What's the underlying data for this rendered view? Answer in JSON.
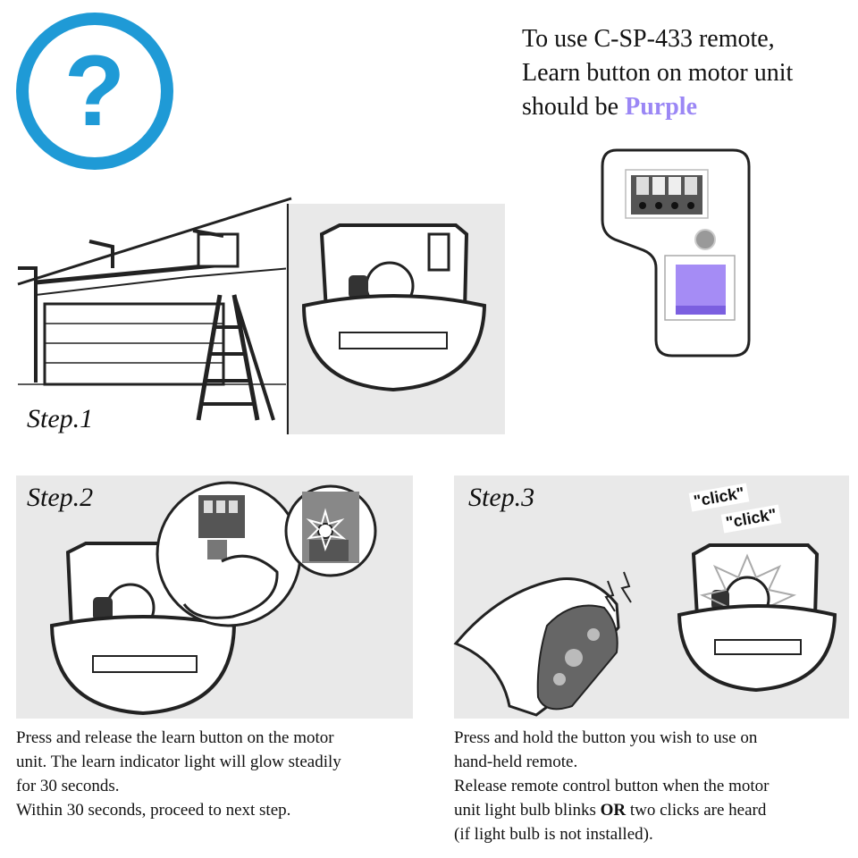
{
  "header": {
    "icon": "question-mark-icon",
    "question_mark": "?",
    "title": "How to",
    "subtitle_line1": "Program new remote",
    "subtitle_line2": "to garage opener",
    "accent_color": "#1f9ad6"
  },
  "note": {
    "line1": "To use C-SP-433 remote,",
    "line2": "Learn button on motor unit",
    "line3_prefix": "should be ",
    "line3_highlight": "Purple",
    "highlight_color": "#9b87f5"
  },
  "steps": [
    {
      "label": "Step.1"
    },
    {
      "label": "Step.2",
      "caption": [
        "Press and release the learn button on the motor",
        "unit. The learn indicator light will glow steadily",
        "for 30 seconds.",
        "Within 30 seconds, proceed to next step."
      ]
    },
    {
      "label": "Step.3",
      "click_1": "\"click\"",
      "click_2": "\"click\"",
      "caption_line1": "Press and hold the button you wish to use on",
      "caption_line2": "hand-held remote.",
      "caption_line3": "Release remote control button when the motor",
      "caption_line4_prefix": "unit light bulb blinks ",
      "caption_line4_bold": "OR",
      "caption_line4_suffix": " two clicks are heard",
      "caption_line5": "(if light bulb is not installed)."
    }
  ]
}
